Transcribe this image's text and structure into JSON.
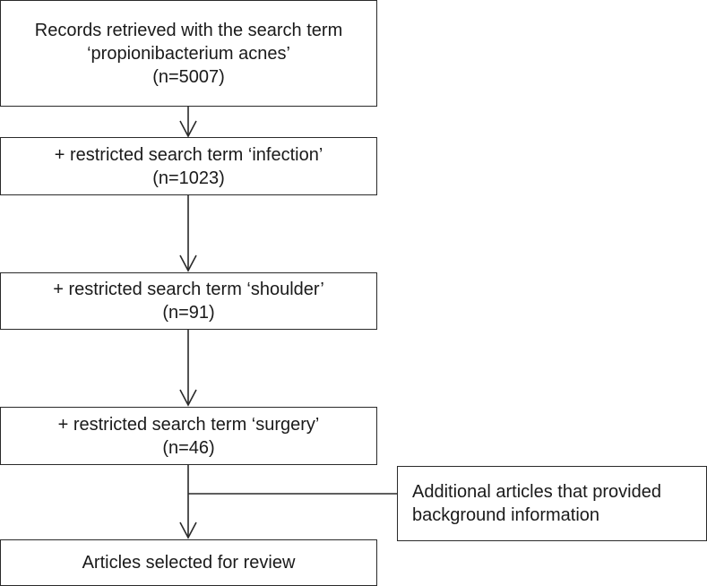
{
  "boxes": {
    "records": {
      "line1": "Records retrieved with the search term",
      "line2": "‘propionibacterium acnes’",
      "count": "(n=5007)"
    },
    "infection": {
      "line1": "+ restricted search term ‘infection’",
      "count": "(n=1023)"
    },
    "shoulder": {
      "line1": "+ restricted search term ‘shoulder’",
      "count": "(n=91)"
    },
    "surgery": {
      "line1": "+ restricted search term ‘surgery’",
      "count": "(n=46)"
    },
    "additional": {
      "line1": "Additional articles that provided",
      "line2": "background information"
    },
    "selected": {
      "line1": "Articles selected for review"
    }
  },
  "colors": {
    "stroke": "#2a2a2a",
    "background": "#ffffff",
    "text": "#1a1a1a"
  }
}
